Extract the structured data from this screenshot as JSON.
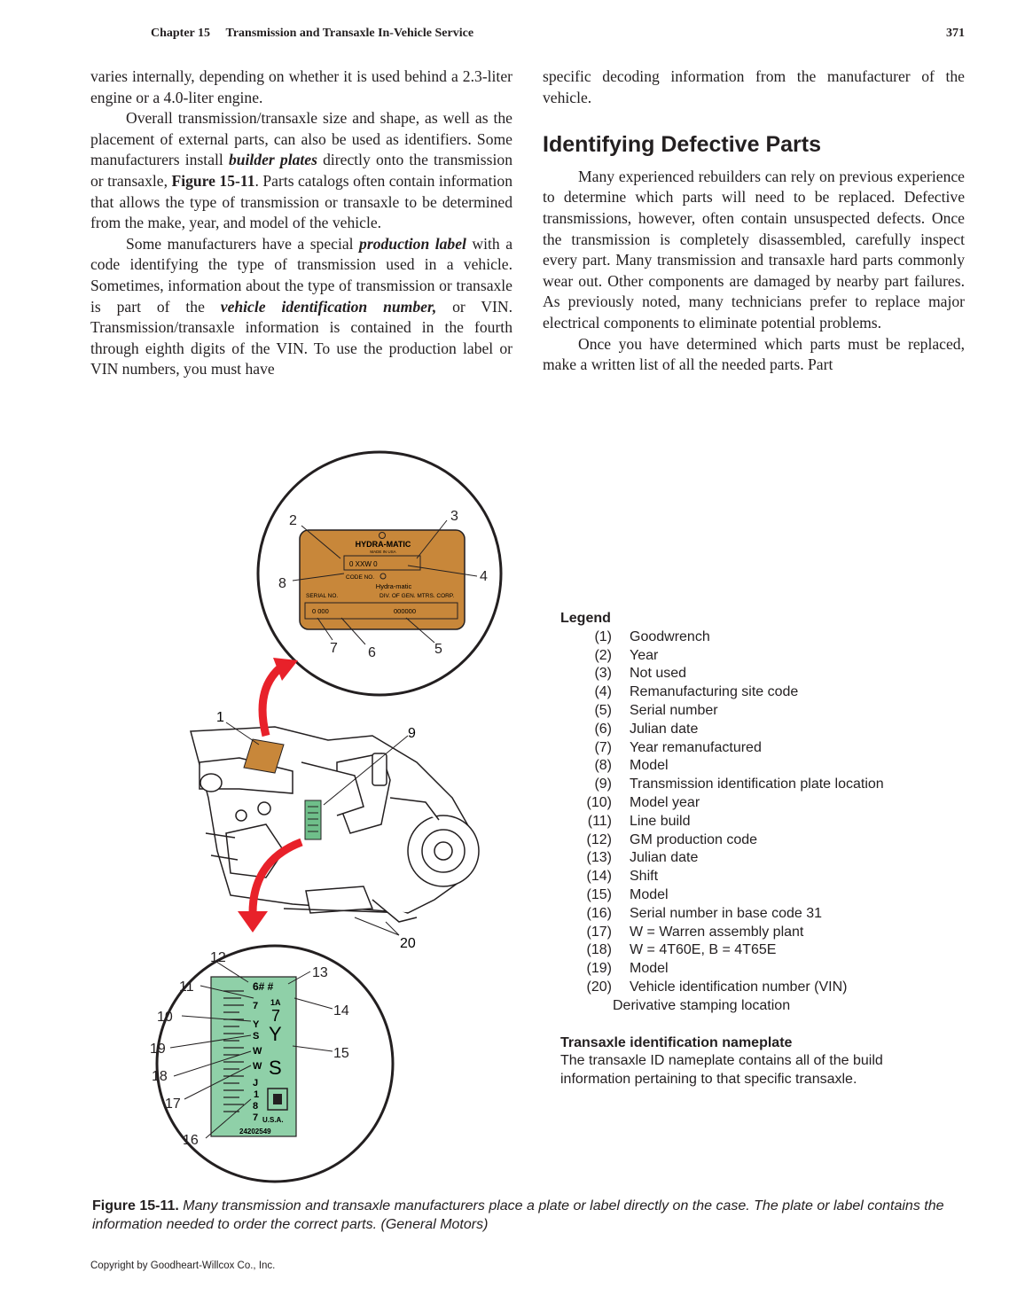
{
  "header": {
    "chapter": "Chapter 15",
    "title": "Transmission and Transaxle In-Vehicle Service",
    "page_number": "371"
  },
  "left_column": {
    "p1": "varies internally, depending on whether it is used behind a 2.3-liter engine or a 4.0-liter engine.",
    "p2_a": "Overall transmission/transaxle size and shape, as well as the placement of external parts, can also be used as identifiers. Some manufacturers install ",
    "p2_term": "builder plates",
    "p2_b": " directly onto the transmission or transaxle, ",
    "p2_ref": "Figure 15-11",
    "p2_c": ". Parts catalogs often contain information that allows the type of transmission or transaxle to be determined from the make, year, and model of the vehicle.",
    "p3_a": "Some manufacturers have a special ",
    "p3_term1": "production label",
    "p3_b": " with a code identifying the type of transmission used in a vehicle. Sometimes, information about the type of transmission or transaxle is part of the ",
    "p3_term2": "vehicle identification number,",
    "p3_c": " or VIN. Transmission/transaxle information is contained in the fourth through eighth digits of the VIN. To use the production label or VIN numbers, you must have"
  },
  "right_column": {
    "p1": "specific decoding information from the manufacturer of the vehicle.",
    "heading": "Identifying Defective Parts",
    "p2": "Many experienced rebuilders can rely on previous experience to determine which parts will need to be replaced. Defective transmissions, however, often contain unsuspected defects. Once the transmission is completely disassembled, carefully inspect every part. Many transmission and transaxle hard parts commonly wear out. Other components are damaged by nearby part failures. As previously noted, many technicians prefer to replace major electrical components to eliminate potential problems.",
    "p3": "Once you have determined which parts must be replaced, make a written list of all the needed parts. Part"
  },
  "figure": {
    "plate_top": {
      "brand": "HYDRA-MATIC",
      "made_in": "MADE IN USA",
      "code_line": "0 XXW 0",
      "code_no": "CODE NO.",
      "maker1": "Hydra-matic",
      "maker2": "DIV. OF GEN. MTRS. CORP.",
      "serial_label": "SERIAL NO.",
      "serial_left": "0 000",
      "serial_right": "000000"
    },
    "plate_bottom": {
      "row1": "6# #",
      "row2": "1A",
      "big1": "7",
      "big2": "Y",
      "big3": "S",
      "small_col": [
        "7",
        "Y",
        "S",
        "W",
        "W",
        "J",
        "1",
        "8",
        "7"
      ],
      "country": "U.S.A.",
      "part_no": "24202549"
    },
    "callouts": [
      "1",
      "2",
      "3",
      "4",
      "5",
      "6",
      "7",
      "8",
      "9",
      "10",
      "11",
      "12",
      "13",
      "14",
      "15",
      "16",
      "17",
      "18",
      "19",
      "20"
    ],
    "colors": {
      "top_plate": "#c8873a",
      "bottom_plate": "#8fd0a8",
      "arrow": "#e8212a"
    }
  },
  "legend": {
    "title": "Legend",
    "items": [
      {
        "n": "(1)",
        "d": "Goodwrench"
      },
      {
        "n": "(2)",
        "d": "Year"
      },
      {
        "n": "(3)",
        "d": "Not used"
      },
      {
        "n": "(4)",
        "d": "Remanufacturing site code"
      },
      {
        "n": "(5)",
        "d": "Serial number"
      },
      {
        "n": "(6)",
        "d": "Julian date"
      },
      {
        "n": "(7)",
        "d": "Year remanufactured"
      },
      {
        "n": "(8)",
        "d": "Model"
      },
      {
        "n": "(9)",
        "d": "Transmission identification plate location"
      },
      {
        "n": "(10)",
        "d": "Model year"
      },
      {
        "n": "(11)",
        "d": "Line build"
      },
      {
        "n": "(12)",
        "d": "GM production code"
      },
      {
        "n": "(13)",
        "d": "Julian date"
      },
      {
        "n": "(14)",
        "d": "Shift"
      },
      {
        "n": "(15)",
        "d": "Model"
      },
      {
        "n": "(16)",
        "d": "Serial number in base code 31"
      },
      {
        "n": "(17)",
        "d": "W = Warren assembly plant"
      },
      {
        "n": "(18)",
        "d": "W = 4T60E, B = 4T65E"
      },
      {
        "n": "(19)",
        "d": "Model"
      },
      {
        "n": "(20)",
        "d": "Vehicle identification number (VIN)"
      }
    ],
    "item20_line2": "Derivative stamping location",
    "nameplate_title": "Transaxle identification nameplate",
    "nameplate_text": "The transaxle ID nameplate contains all of the build information pertaining to that specific transaxle."
  },
  "caption": {
    "label": "Figure 15-11.",
    "text": " Many transmission and transaxle manufacturers place a plate or label directly on the case. The plate or label contains the information needed to order the correct parts. (General Motors)"
  },
  "footer": {
    "copyright": "Copyright by Goodheart-Willcox Co., Inc."
  }
}
